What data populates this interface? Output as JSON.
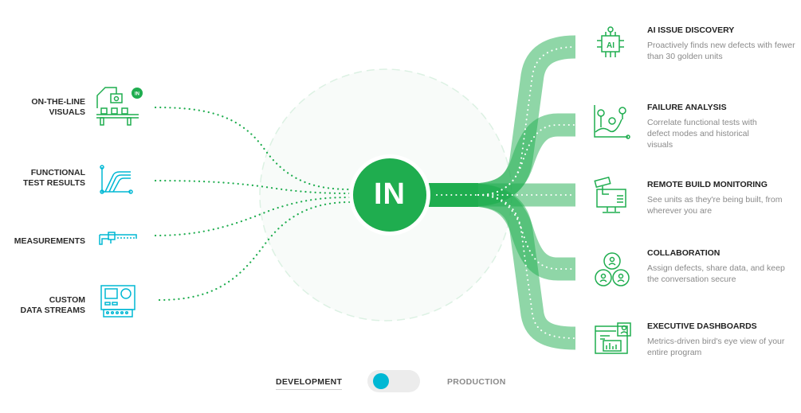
{
  "center": {
    "logo_text": "IN"
  },
  "sources": [
    {
      "label": "ON-THE-LINE\nVISUALS",
      "icon": "factory-camera-icon"
    },
    {
      "label": "FUNCTIONAL\nTEST RESULTS",
      "icon": "test-curve-icon"
    },
    {
      "label": "MEASUREMENTS",
      "icon": "caliper-icon"
    },
    {
      "label": "CUSTOM\nDATA STREAMS",
      "icon": "device-panel-icon"
    }
  ],
  "source_badge": "IN",
  "outputs": [
    {
      "title": "AI ISSUE DISCOVERY",
      "desc": "Proactively finds new defects with fewer than 30 golden units",
      "icon": "ai-chip-icon"
    },
    {
      "title": "FAILURE ANALYSIS",
      "desc": "Correlate functional tests with defect modes and historical visuals",
      "icon": "failure-chart-icon"
    },
    {
      "title": "REMOTE BUILD MONITORING",
      "desc": "See units as they're being built, from wherever you are",
      "icon": "camera-monitor-icon"
    },
    {
      "title": "COLLABORATION",
      "desc": "Assign defects, share data, and keep the conversation secure",
      "icon": "users-icon"
    },
    {
      "title": "EXECUTIVE DASHBOARDS",
      "desc": "Metrics-driven bird's eye view of your entire program",
      "icon": "dashboard-icon"
    }
  ],
  "toggle": {
    "left_label": "DEVELOPMENT",
    "right_label": "PRODUCTION",
    "selected": "DEVELOPMENT"
  },
  "colors": {
    "green": "#1fad4f",
    "light_green": "#8fd6a8",
    "cyan": "#00b8d4"
  }
}
